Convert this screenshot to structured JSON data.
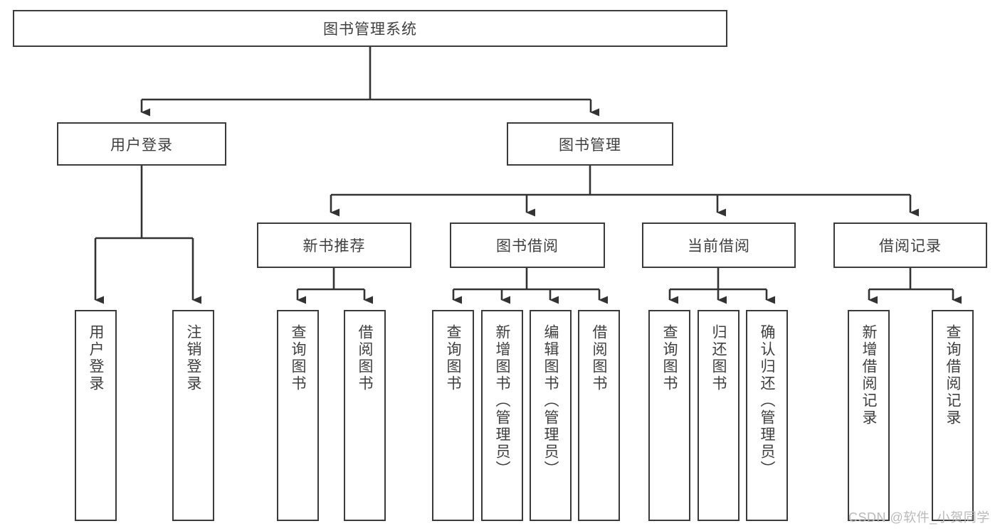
{
  "diagram": {
    "title": "图书管理系统",
    "root": {
      "label": "图书管理系统"
    },
    "level2": [
      {
        "label": "用户登录"
      },
      {
        "label": "图书管理"
      }
    ],
    "level3": [
      {
        "label": "新书推荐"
      },
      {
        "label": "图书借阅"
      },
      {
        "label": "当前借阅"
      },
      {
        "label": "借阅记录"
      }
    ],
    "leaves": [
      {
        "label": "用户登录"
      },
      {
        "label": "注销登录"
      },
      {
        "label": "查询图书"
      },
      {
        "label": "借阅图书"
      },
      {
        "label": "查询图书"
      },
      {
        "label": "新增图书（管理员）"
      },
      {
        "label": "编辑图书（管理员）"
      },
      {
        "label": "借阅图书"
      },
      {
        "label": "查询图书"
      },
      {
        "label": "归还图书"
      },
      {
        "label": "确认归还（管理员）"
      },
      {
        "label": "新增借阅记录"
      },
      {
        "label": "查询借阅记录"
      }
    ]
  },
  "watermark": {
    "text": "CSDN @软件_小贺同学"
  },
  "colors": {
    "border": "#3b3b3b",
    "text": "#3f3f3f",
    "background": "#ffffff",
    "watermark": "#b9b9b9"
  }
}
